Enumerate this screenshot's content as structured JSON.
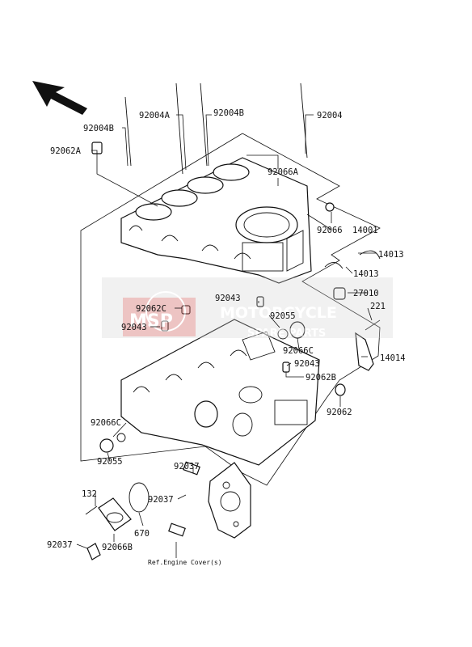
{
  "watermark": {
    "badge_text": "MSP",
    "line1": "MOTORCYCLE",
    "line2": "SPARE PARTS",
    "color": "#d9534f"
  },
  "reference_note": "Ref.Engine Cover(s)",
  "direction_icon": "front-arrow-icon",
  "part_numbers": {
    "p92004B_left": "92004B",
    "p92004A": "92004A",
    "p92004B_mid": "92004B",
    "p92004": "92004",
    "p92062A": "92062A",
    "p92066A": "92066A",
    "p92066": "92066",
    "p14001": "14001",
    "p14013_a": "14013",
    "p14013_b": "14013",
    "p27010": "27010",
    "p221": "221",
    "p14014": "14014",
    "p92043_a": "92043",
    "p92062C": "92062C",
    "p92043_b": "92043",
    "p92055_a": "92055",
    "p92066C_a": "92066C",
    "p92043_c": "92043",
    "p92062B": "92062B",
    "p92062": "92062",
    "p92066C_b": "92066C",
    "p92055_b": "92055",
    "p92037_a": "92037",
    "p92037_b": "92037",
    "p132": "132",
    "p670": "670",
    "p92066B": "92066B",
    "p92037_c": "92037"
  }
}
